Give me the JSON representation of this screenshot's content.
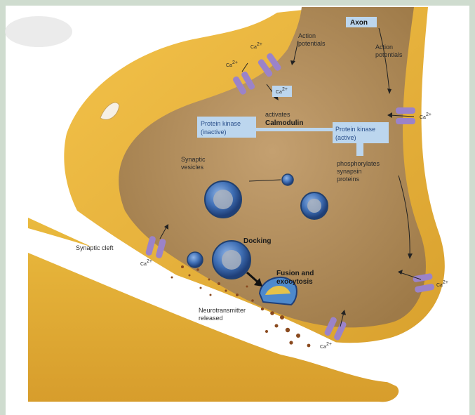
{
  "labels": {
    "axon": "Axon",
    "action_potentials_left": [
      "Action",
      "potentials"
    ],
    "action_potentials_right": [
      "Action",
      "potentials"
    ],
    "ca_ion": "Ca",
    "ca_superscript": "2+",
    "activates": "activates",
    "calmodulin": "Calmodulin",
    "protein_kinase_inactive": [
      "Protein kinase",
      "(inactive)"
    ],
    "protein_kinase_active": [
      "Protein kinase",
      "(active)"
    ],
    "phosphorylates": [
      "phosphorylates",
      "synapsin",
      "proteins"
    ],
    "synaptic_vesicles": [
      "Synaptic",
      "vesicles"
    ],
    "docking": "Docking",
    "synaptic_cleft": "Synaptic cleft",
    "fusion_exocytosis": [
      "Fusion and",
      "exocytosis"
    ],
    "neurotransmitter_released": [
      "Neurotransmitter",
      "released"
    ]
  },
  "colors": {
    "membrane": "#e8b33a",
    "cytoplasm": "#b08a5a",
    "cleft": "#ffffff",
    "channel": "#9b83c9",
    "vesicle": "#3f6fb5",
    "label_box": "#bcd6ee"
  }
}
